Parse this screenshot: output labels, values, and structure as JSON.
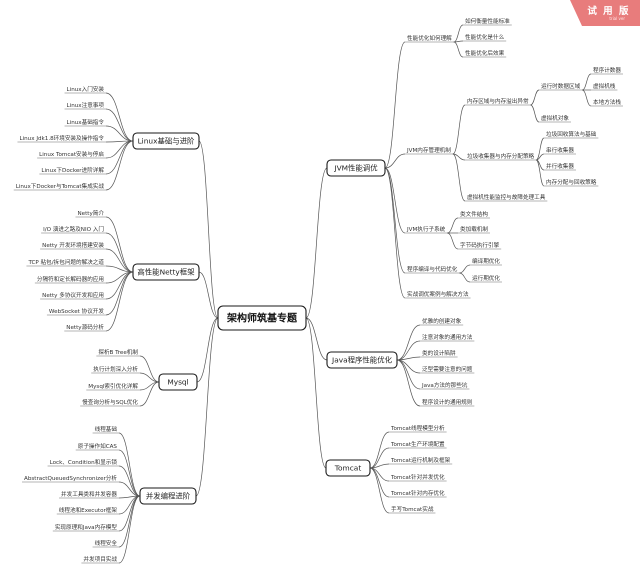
{
  "badge": {
    "main": "试 用 版",
    "sub": "trial ver"
  },
  "center": "架构师筑基专题",
  "branches": {
    "linux": {
      "label": "Linux基础与进阶",
      "items": [
        "Linux入门安装",
        "Linux注意事项",
        "Linux基础指令",
        "Linux Jdk1.8环境安装及操作指令",
        "Linux Tomcat安装与停启",
        "Linux下Docker进阶详解",
        "Linux下Docker与Tomcat集成实战"
      ]
    },
    "netty": {
      "label": "高性能Netty框架",
      "items": [
        "Netty简介",
        "I/O 演进之路及NIO 入门",
        "Netty 开发环境搭建安装",
        "TCP 粘包/拆包问题的解决之道",
        "分隔符和定长解码器的应用",
        "Netty 多协议开发和应用",
        "WebSocket 协议开发",
        "Netty源码分析"
      ]
    },
    "mysql": {
      "label": "Mysql",
      "items": [
        "探析B Tree机制",
        "执行计划深入分析",
        "Mysql索引优化详解",
        "慢查询分析与SQL优化"
      ]
    },
    "concurrency": {
      "label": "并发编程进阶",
      "items": [
        "线程基础",
        "原子操作如CAS",
        "Lock、Condition和显示锁",
        "AbstractQueuedSynchronizer分析",
        "并发工具类和并发容器",
        "线程池和Executor框架",
        "实现原理和Java内存模型",
        "线程安全",
        "并发项目实战"
      ]
    },
    "jvm": {
      "label": "JVM性能调优",
      "perf": {
        "label": "性能优化如何理解",
        "items": [
          "如何衡量性能标准",
          "性能优化是什么",
          "性能优化后效果"
        ]
      },
      "memory": {
        "label": "JVM内存管理机制",
        "area": {
          "label": "内存区域与内存溢出异常",
          "runtime": {
            "label": "运行时数据区域",
            "items": [
              "程序计数器",
              "虚拟机栈",
              "本地方法栈"
            ]
          },
          "obj": "虚拟机对象"
        },
        "gc": {
          "label": "垃圾收集器与内存分配策略",
          "items": [
            "垃圾回收算法与基础",
            "串行收集器",
            "并行收集器",
            "内存分配与回收策略"
          ]
        },
        "tools": "虚拟机性能监控与故障处理工具"
      },
      "exec": {
        "label": "JVM执行子系统",
        "items": [
          "类文件结构",
          "类加载机制",
          "字节码执行引擎"
        ]
      },
      "compile": {
        "label": "程序编译与代码优化",
        "items": [
          "编译期优化",
          "运行期优化"
        ]
      },
      "practice": "实战调优案例与解决方法"
    },
    "java": {
      "label": "Java程序性能优化",
      "items": [
        "优雅的创建对象",
        "注意对象的通用方法",
        "类的设计陷阱",
        "泛型需要注意的问题",
        "Java方法的那些坑",
        "程序设计的通用规则"
      ]
    },
    "tomcat": {
      "label": "Tomcat",
      "items": [
        "Tomcat线程模型分析",
        "Tomcat生产环境配置",
        "Tomcat运行机制及框架",
        "Tomcat针对并发优化",
        "Tomcat针对内存优化",
        "手写Tomcat实战"
      ]
    }
  }
}
